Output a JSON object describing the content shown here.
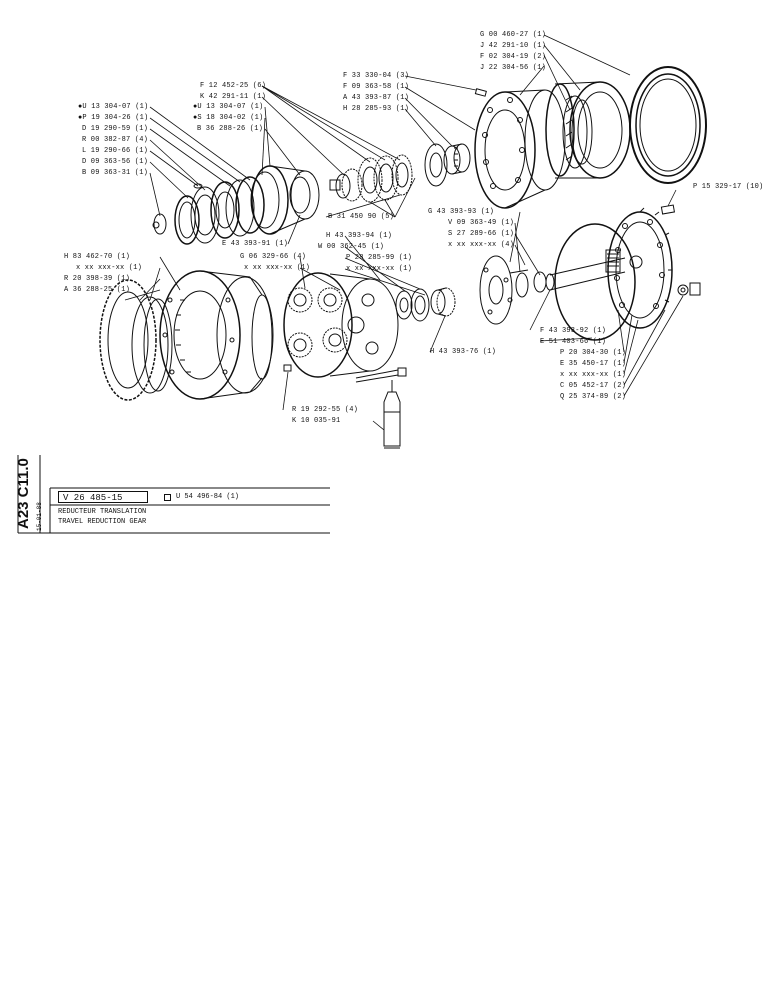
{
  "title_block": {
    "section_code": "A23 C11.0",
    "date": "15-01-88",
    "part_number": "V 26 485-15",
    "alt_number": "U 54 496-84 (1)",
    "title_fr": "REDUCTEUR TRANSLATION",
    "title_en": "TRAVEL REDUCTION GEAR"
  },
  "callouts": {
    "c01": "G 00 460-27 (1)",
    "c02": "J 42 291-10 (1)",
    "c03": "F 02 304-19 (2)",
    "c04": "J 22 304-56 (1)",
    "c05": "F 33 330-04 (3)",
    "c06": "F 09 363-58 (1)",
    "c07": "A 43 393-87 (1)",
    "c08": "H 28 285-93 (1)",
    "c09": "F 12 452-25 (6)",
    "c10": "K 42 291-11 (1)",
    "c11": "●U 13 304-07 (1)",
    "c12": "●P 19 304-26 (1)",
    "c13": "D 19 290-59 (1)",
    "c14": "R 00 382-87 (4)",
    "c15": "L 19 290-66 (1)",
    "c16": "D 09 363-56 (1)",
    "c17": "B 09 363-31 (1)",
    "c18": "●U 13 304-07 (1)",
    "c19": "●S 18 304-02 (1)",
    "c20": "B 36 288-26 (1)",
    "c21": "B 31 450 90 (5)",
    "c22": "E 43 393-91 (1)",
    "c23": "P 15 329-17 (10)",
    "c24": "G 43 393-93 (1)",
    "c25": "V 09 363-49 (1)",
    "c26": "S 27 289-66 (1)",
    "c27": "x xx xxx-xx (4)",
    "c28": "H 43 393-94 (1)",
    "c29": "W 00 362-45 (1)",
    "c30": "P 28 285-99 (1)",
    "c31": "x xx xxx-xx (1)",
    "c32": "G 06 329-66 (4)",
    "c33": "x xx xxx-xx (1)",
    "c34": "H 83 462-70 (1)",
    "c35": "x xx xxx-xx (1)",
    "c36": "R 20 398-39 (1)",
    "c37": "A 36 288-25 (1)",
    "c38": "F 43 393-92 (1)",
    "c39": "E 51 403-66 (1)",
    "c40": "P 20 304-30 (1)",
    "c41": "E 35 450-17 (1)",
    "c42": "x xx xxx-xx (1)",
    "c43": "C 05 452-17 (2)",
    "c44": "Q 25 374-89 (2)",
    "c45": "H 43 393-76 (1)",
    "c46": "R 19 292-55 (4)",
    "c47": "K 10 035-91"
  }
}
